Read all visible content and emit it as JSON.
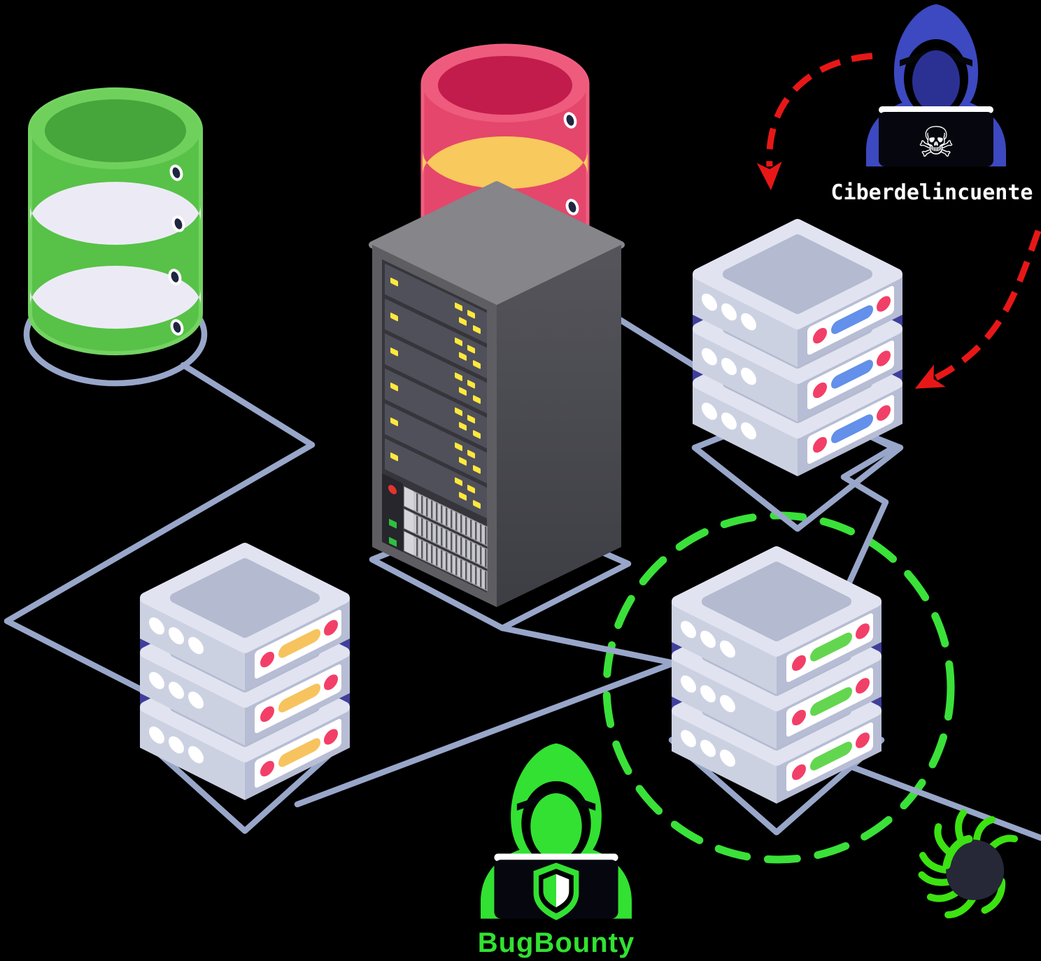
{
  "scene": {
    "description": "Isometric network security diagram: databases and server stacks linked to a central rack; a cyber criminal attacks while a bug bounty hunter protects a server cluster",
    "background_color": "#000000"
  },
  "labels": {
    "attacker": "Ciberdelincuente",
    "defender": "BugBounty"
  },
  "glyphs": {
    "skull_crossbones": "☠"
  },
  "colors": {
    "background": "#000000",
    "connection_line": "#98a6c9",
    "attack_arrow_red": "#e81717",
    "protection_circle_green": "#3ae139",
    "attacker_hoodie_blue": "#3c49c0",
    "defender_green": "#32e132",
    "database_green": "#57c247",
    "database_green_top": "#46a53b",
    "database_red": "#e5466c",
    "database_red_top": "#c21c4c",
    "database_band_yellow": "#f8c95c",
    "database_band_white": "#ecebf5",
    "server_body": "#ccd1e2",
    "server_band_indigo": "#3f3f9b",
    "server_dot_red": "#f23f68",
    "server_bar_blue": "#6290ea",
    "server_bar_orange": "#f7c35f",
    "server_bar_green": "#63d64f",
    "rack_body_gray": "#5d5d62",
    "rack_led_yellow": "#ffe83c",
    "bug_green": "#3ce212"
  },
  "icons": [
    {
      "name": "database-green-icon",
      "color": "#57c247"
    },
    {
      "name": "database-red-icon",
      "color": "#e5466c"
    },
    {
      "name": "server-rack-icon",
      "color": "#5d5d62"
    },
    {
      "name": "server-stack-blue-icon",
      "accent": "#6290ea"
    },
    {
      "name": "server-stack-orange-icon",
      "accent": "#f7c35f"
    },
    {
      "name": "server-stack-green-icon",
      "accent": "#63d64f"
    },
    {
      "name": "hacker-icon",
      "color": "#3c49c0"
    },
    {
      "name": "skull-crossbones-icon",
      "color": "#ffffff"
    },
    {
      "name": "attack-arrow-icon",
      "color": "#e81717"
    },
    {
      "name": "protection-circle-icon",
      "color": "#3ae139"
    },
    {
      "name": "bug-bounty-hunter-icon",
      "color": "#32e132"
    },
    {
      "name": "shield-icon",
      "color": "#32e132"
    },
    {
      "name": "bug-icon",
      "color": "#3ce212"
    },
    {
      "name": "connection-lines",
      "color": "#98a6c9"
    }
  ]
}
